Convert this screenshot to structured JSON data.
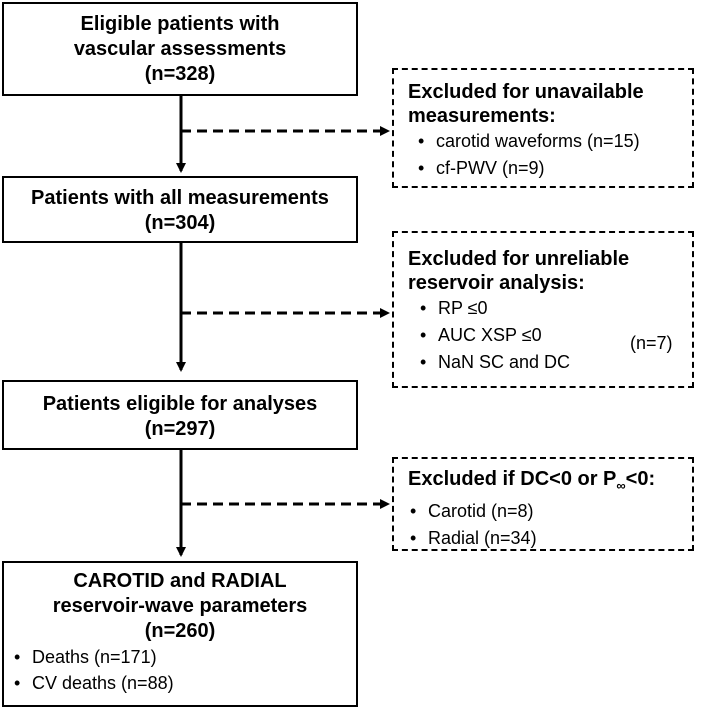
{
  "boxes": {
    "eligible": {
      "line1": "Eligible patients with",
      "line2": "vascular assessments",
      "n": "(n=328)"
    },
    "all_measurements": {
      "line1": "Patients with all measurements",
      "n": "(n=304)"
    },
    "eligible_analyses": {
      "line1": "Patients eligible for analyses",
      "n": "(n=297)"
    },
    "final": {
      "line1": "CAROTID and RADIAL",
      "line2": "reservoir-wave  parameters",
      "n": "(n=260)",
      "bullets": [
        "Deaths (n=171)",
        "CV deaths (n=88)"
      ]
    }
  },
  "exclusions": {
    "unavailable": {
      "title_line1": "Excluded for unavailable",
      "title_line2": "measurements:",
      "items": [
        "carotid waveforms (n=15)",
        "cf-PWV (n=9)"
      ]
    },
    "unreliable": {
      "title_line1": "Excluded for unreliable",
      "title_line2": "reservoir analysis:",
      "items": [
        "RP ≤0",
        "AUC XSP ≤0",
        "NaN SC and DC"
      ],
      "group_n": "(n=7)"
    },
    "negative": {
      "title_prefix": "Excluded if DC<0 or P",
      "title_sub": "∞",
      "title_suffix": "<0:",
      "items": [
        "Carotid (n=8)",
        "Radial (n=34)"
      ]
    }
  },
  "bullet_char": "•"
}
